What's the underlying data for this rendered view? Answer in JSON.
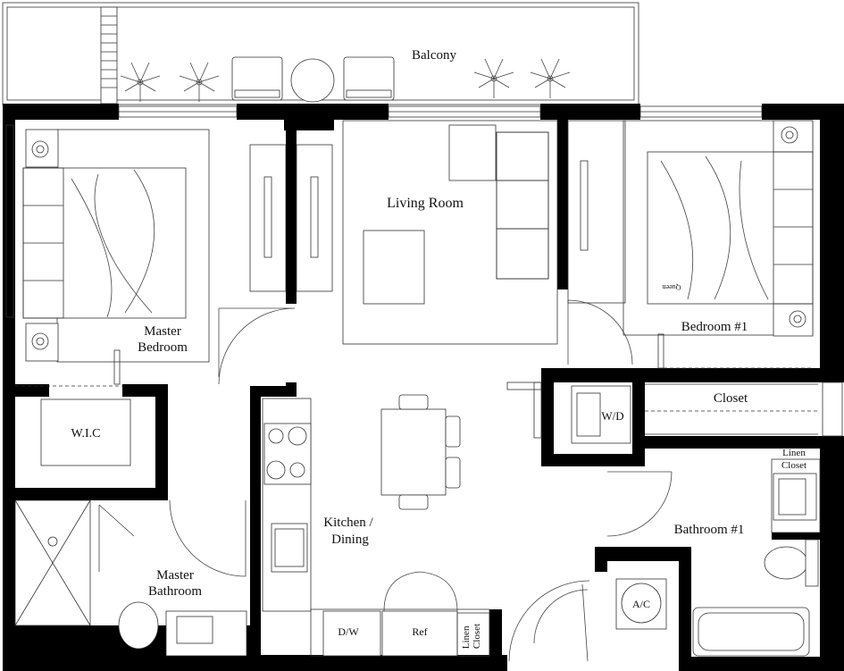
{
  "rooms": {
    "balcony": "Balcony",
    "living_room": "Living Room",
    "master_bedroom_line1": "Master",
    "master_bedroom_line2": "Bedroom",
    "bedroom1": "Bedroom #1",
    "closet": "Closet",
    "wic": "W.I.C",
    "wd": "W/D",
    "linen_closet_line1": "Linen",
    "linen_closet_line2": "Closet",
    "kitchen_line1": "Kitchen /",
    "kitchen_line2": "Dining",
    "bathroom1": "Bathroom #1",
    "master_bath_line1": "Master",
    "master_bath_line2": "Bathroom",
    "ac": "A/C",
    "dw": "D/W",
    "ref": "Ref",
    "kitchen_linen_line1": "Linen",
    "kitchen_linen_line2": "Closet",
    "bed_tag": "Queen"
  },
  "colors": {
    "wall": "#000000",
    "line": "#333333",
    "background": "#ffffff"
  }
}
